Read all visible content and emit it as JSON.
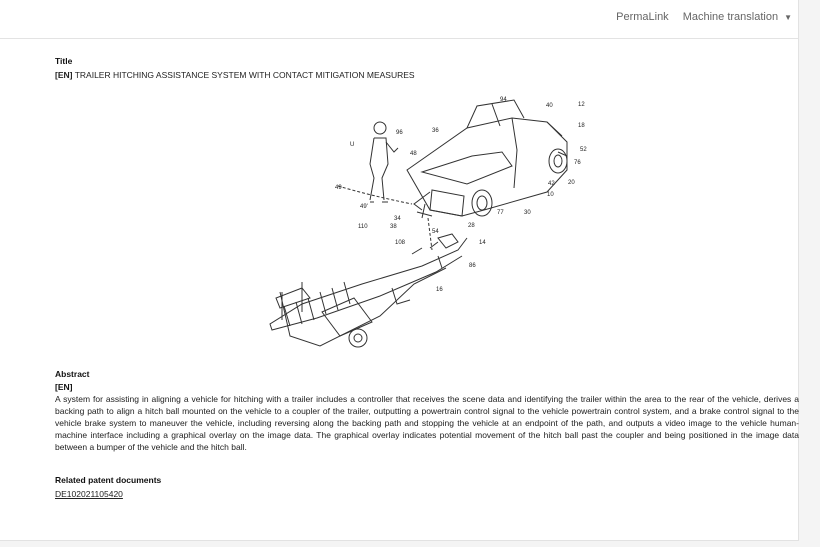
{
  "toolbar": {
    "permalink": "PermaLink",
    "machine_translation": "Machine translation"
  },
  "title_section": {
    "heading": "Title",
    "lang": "[EN]",
    "text": "TRAILER HITCHING ASSISTANCE SYSTEM WITH CONTACT MITIGATION MEASURES"
  },
  "drawing": {
    "labels": [
      "94",
      "40",
      "12",
      "18",
      "52",
      "76",
      "20",
      "42",
      "10",
      "30",
      "77",
      "36",
      "96",
      "48",
      "U",
      "49",
      "49'",
      "110",
      "34",
      "38",
      "54",
      "28",
      "14",
      "108",
      "86",
      "16"
    ]
  },
  "abstract": {
    "heading": "Abstract",
    "lang": "[EN]",
    "text": "A system for assisting in aligning a vehicle for hitching with a trailer includes a controller that receives the scene data and identifying the trailer within the area to the rear of the vehicle, derives a backing path to align a hitch ball mounted on the vehicle to a coupler of the trailer, outputting a powertrain control signal to the vehicle powertrain control system, and a brake control signal to the vehicle brake system to maneuver the vehicle, including reversing along the backing path and stopping the vehicle at an endpoint of the path, and outputs a video image to the vehicle human-machine interface including a graphical overlay on the image data. The graphical overlay indicates potential movement of the hitch ball past the coupler and being positioned in the image data between a bumper of the vehicle and the hitch ball."
  },
  "related": {
    "heading": "Related patent documents",
    "doc": "DE102021105420"
  }
}
